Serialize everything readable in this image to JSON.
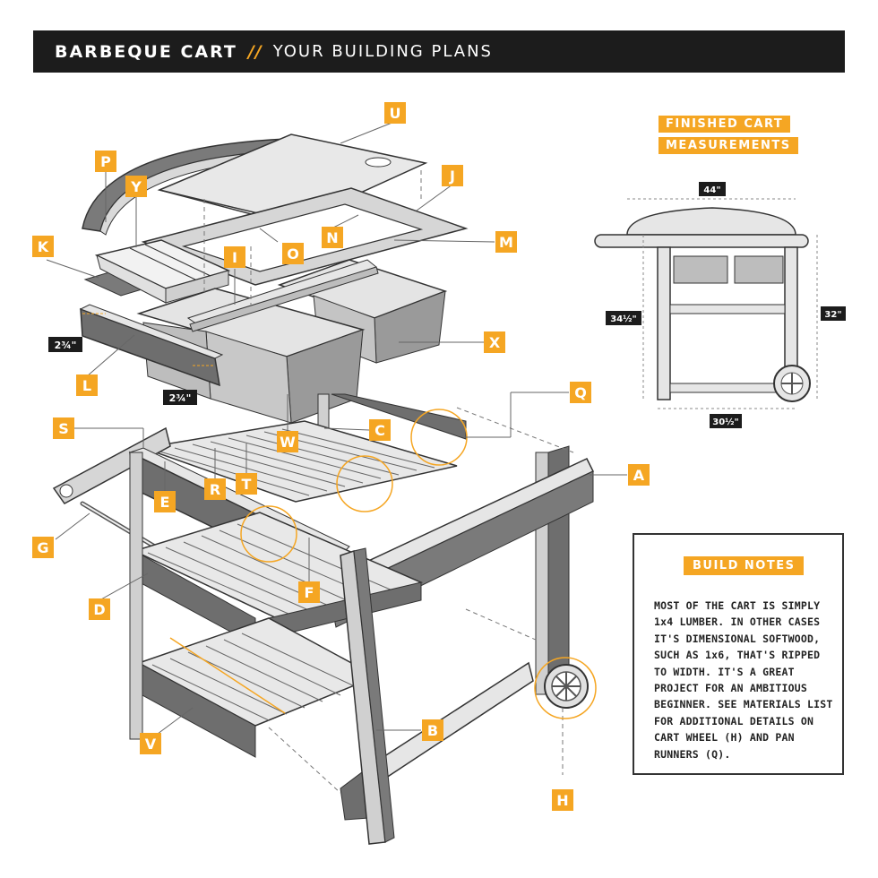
{
  "header": {
    "title": "BARBEQUE CART",
    "separator": "//",
    "subtitle": "YOUR BUILDING PLANS"
  },
  "finished": {
    "line1": "FINISHED CART",
    "line2": "MEASUREMENTS",
    "width_top": "44\"",
    "height_left": "34½\"",
    "height_right": "32\"",
    "width_bottom": "30½\""
  },
  "notes": {
    "title": "BUILD NOTES",
    "body": "MOST OF THE CART IS SIMPLY 1x4 LUMBER. IN OTHER CASES IT'S DIMENSIONAL SOFTWOOD, SUCH AS 1x6, THAT'S RIPPED TO WIDTH. IT'S A GREAT PROJECT FOR AN AMBITIOUS BEGINNER. SEE MATERIALS LIST FOR ADDITIONAL DETAILS ON CART WHEEL (H) AND PAN RUNNERS (Q)."
  },
  "dims": {
    "d1": "2¾\"",
    "d2": "2¾\""
  },
  "parts": {
    "U": "U",
    "P": "P",
    "Y": "Y",
    "J": "J",
    "K": "K",
    "I": "I",
    "O": "O",
    "N": "N",
    "M": "M",
    "L": "L",
    "X": "X",
    "S": "S",
    "C": "C",
    "W": "W",
    "Q": "Q",
    "E": "E",
    "R": "R",
    "T": "T",
    "A": "A",
    "G": "G",
    "F": "F",
    "D": "D",
    "V": "V",
    "B": "B",
    "H": "H"
  },
  "colors": {
    "accent": "#f5a623",
    "dark": "#1c1c1c",
    "wood_dark": "#6e6e6e",
    "wood_light": "#e6e6e6"
  }
}
